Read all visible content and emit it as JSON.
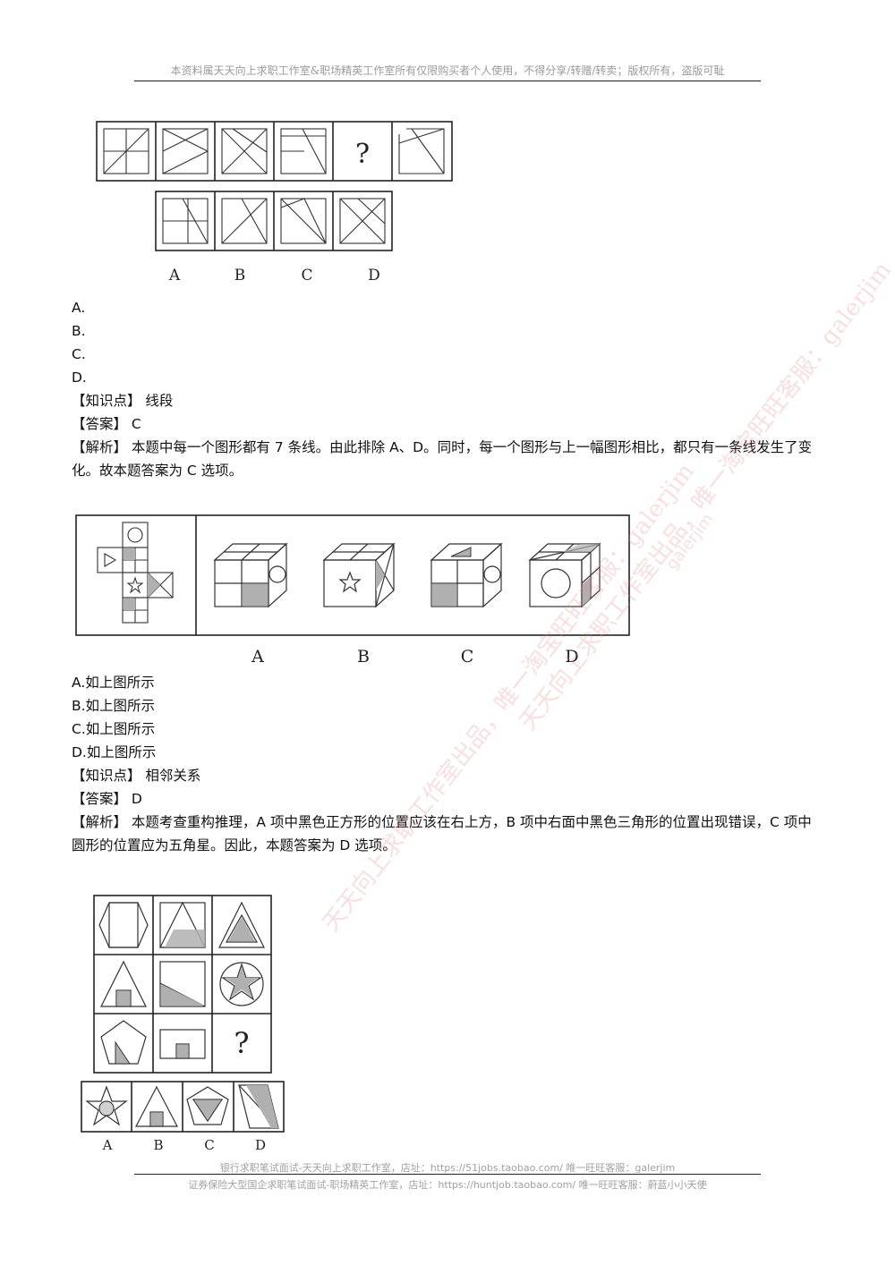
{
  "header": {
    "text": "本资料属天天向上求职工作室&职场精英工作室所有仅限购买者个人使用，不得分享/转赠/转卖；版权所有，盗版可耻"
  },
  "footer": {
    "line1": "银行求职笔试面试-天天向上求职工作室，店址：https://51jobs.taobao.com/  唯一旺旺客服：galerjim",
    "line2": "证券保险大型国企求职笔试面试-职场精英工作室，店址：https://huntjob.taobao.com/  唯一旺旺客服：蔚蓝小小天使"
  },
  "watermarks": {
    "w1": "天天向上求职工作室出品，唯一淘宝旺旺客服：galerjim",
    "w2": "天天向上求职工作室出品，唯一淘宝旺旺客服：galerjim",
    "w3": "galerjim"
  },
  "q1": {
    "figure": {
      "question_mark": "?",
      "labels": [
        "A",
        "B",
        "C",
        "D"
      ]
    },
    "options": [
      "A.",
      "B.",
      "C.",
      "D."
    ],
    "knowledge": "【知识点】 线段",
    "answer": "【答案】 C",
    "analysis": "【解析】 本题中每一个图形都有 7 条线。由此排除 A、D。同时，每一个图形与上一幅图形相比，都只有一条线发生了变化。故本题答案为 C 选项。"
  },
  "q2": {
    "figure": {
      "labels": [
        "A",
        "B",
        "C",
        "D"
      ]
    },
    "options": [
      "A.如上图所示",
      "B.如上图所示",
      "C.如上图所示",
      "D.如上图所示"
    ],
    "knowledge": "【知识点】 相邻关系",
    "answer": "【答案】 D",
    "analysis": "【解析】 本题考查重构推理，A 项中黑色正方形的位置应该在右上方，B 项中右面中黑色三角形的位置出现错误，C 项中圆形的位置应为五角星。因此，本题答案为 D 选项。"
  },
  "q3": {
    "figure": {
      "question_mark": "?",
      "labels": [
        "A",
        "B",
        "C",
        "D"
      ]
    }
  }
}
